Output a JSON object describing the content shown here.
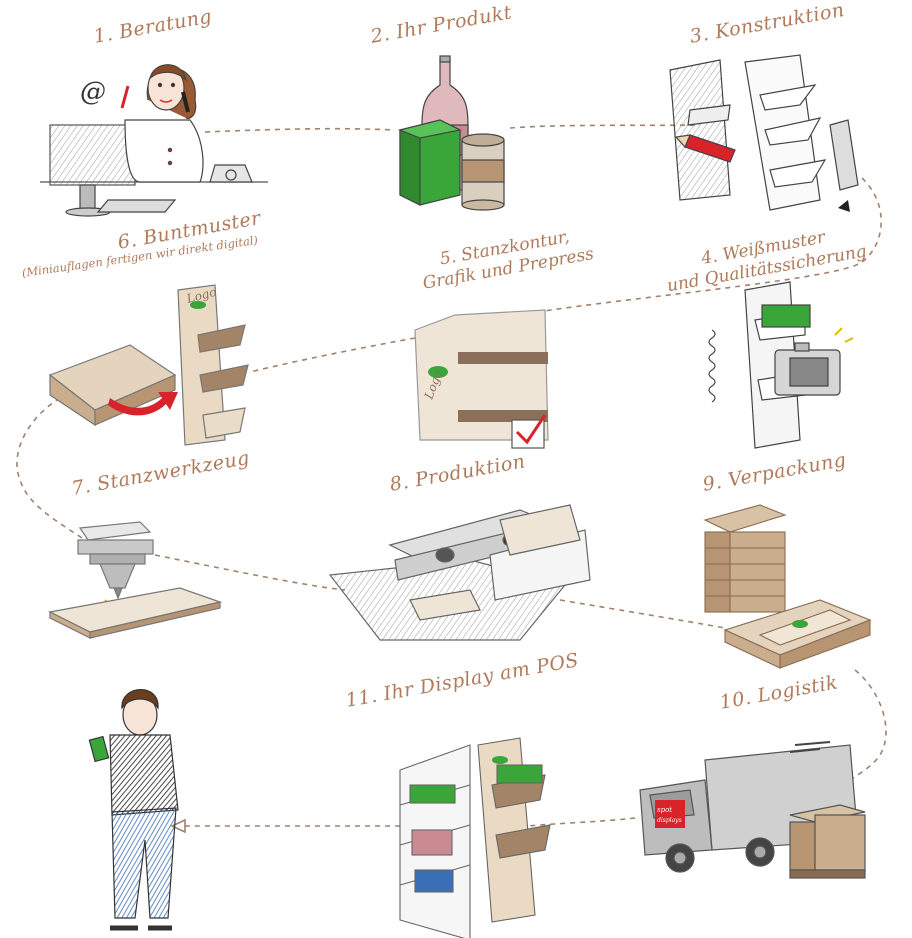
{
  "steps": {
    "s1": "1. Beratung",
    "s2": "2. Ihr Produkt",
    "s3": "3. Konstruktion",
    "s4a": "4. Weißmuster",
    "s4b": "und Qualitätssicherung",
    "s5a": "5. Stanzkontur,",
    "s5b": "Grafik und Prepress",
    "s6": "6. Buntmuster",
    "s6note": "(Miniauflagen fertigen wir direkt digital)",
    "s7": "7. Stanzwerkzeug",
    "s8": "8. Produktion",
    "s9": "9. Verpackung",
    "s10": "10. Logistik",
    "s11": "11. Ihr Display am POS"
  },
  "misc": {
    "at_sign": "@",
    "logo": "Logo",
    "truck_brand_1": "spot",
    "truck_brand_2": "displays"
  },
  "icons": {
    "consultant": "woman-on-phone-icon",
    "product": "product-bottle-box-can-icon",
    "construction": "display-stand-pencil-icon",
    "white_sample": "camera-quality-check-icon",
    "die_cut": "die-cut-checkmark-icon",
    "color_sample": "colored-display-box-icon",
    "die_tool": "cutting-tool-icon",
    "production": "production-machine-icon",
    "packaging": "packaging-boxes-icon",
    "logistics": "delivery-truck-icon",
    "pos": "store-shelf-display-icon",
    "customer": "customer-man-icon"
  },
  "colors": {
    "label": "#b07a5a",
    "dashed_path": "#a0826d",
    "green_product": "#3aa63a",
    "red_accent": "#d8232a",
    "cardboard": "#e4d3bd",
    "cardboard_dark": "#b89572",
    "sketch": "#4a4a4a"
  }
}
